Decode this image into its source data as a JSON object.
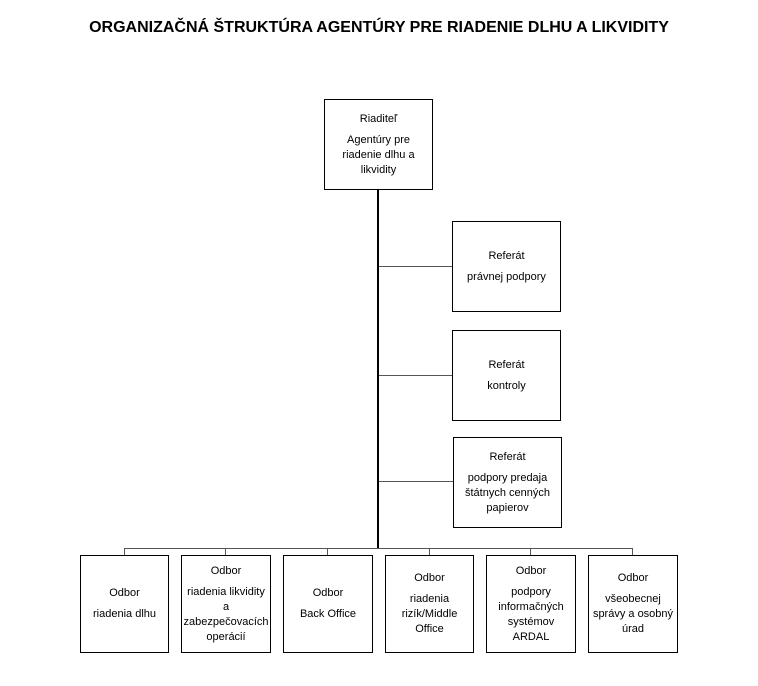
{
  "title": "ORGANIZAČNÁ ŠTRUKTÚRA AGENTÚRY PRE RIADENIE DLHU A LIKVIDITY",
  "director": {
    "heading": "Riaditeľ",
    "text": "Agentúry pre riadenie dlhu a likvidity"
  },
  "referats": [
    {
      "heading": "Referát",
      "text": "právnej podpory"
    },
    {
      "heading": "Referát",
      "text": "kontroly"
    },
    {
      "heading": "Referát",
      "text": "podpory predaja štátnych cenných papierov"
    }
  ],
  "departments": [
    {
      "heading": "Odbor",
      "text": "riadenia dlhu"
    },
    {
      "heading": "Odbor",
      "text": "riadenia likvidity a zabezpečovacích operácií"
    },
    {
      "heading": "Odbor",
      "text": "Back Office"
    },
    {
      "heading": "Odbor",
      "text": "riadenia rizík/Middle Office"
    },
    {
      "heading": "Odbor",
      "text": "podpory informačných systémov ARDAL"
    },
    {
      "heading": "Odbor",
      "text": "všeobecnej správy a osobný úrad"
    }
  ]
}
